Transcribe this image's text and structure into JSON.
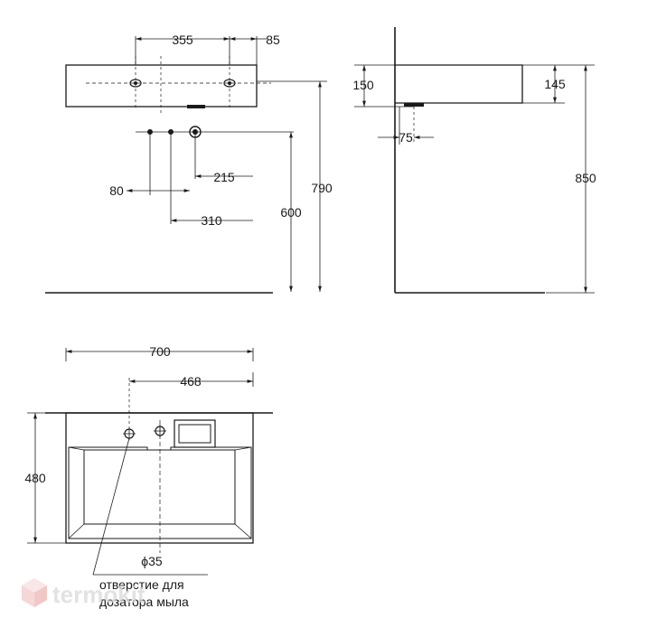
{
  "front_view": {
    "dim_355": "355",
    "dim_85": "85",
    "dim_790": "790",
    "dim_600": "600",
    "dim_215": "215",
    "dim_80": "80",
    "dim_310": "310"
  },
  "side_view": {
    "dim_150": "150",
    "dim_145": "145",
    "dim_75": "75",
    "dim_850": "850"
  },
  "top_view": {
    "dim_700": "700",
    "dim_468": "468",
    "dim_480": "480",
    "dim_phi35": "ϕ35",
    "note_line1": "отверстие для",
    "note_line2": "дозатора мыла"
  },
  "watermark": {
    "text": "termokit",
    "icon": "cube-logo-icon",
    "color": "#e8b4b4"
  }
}
